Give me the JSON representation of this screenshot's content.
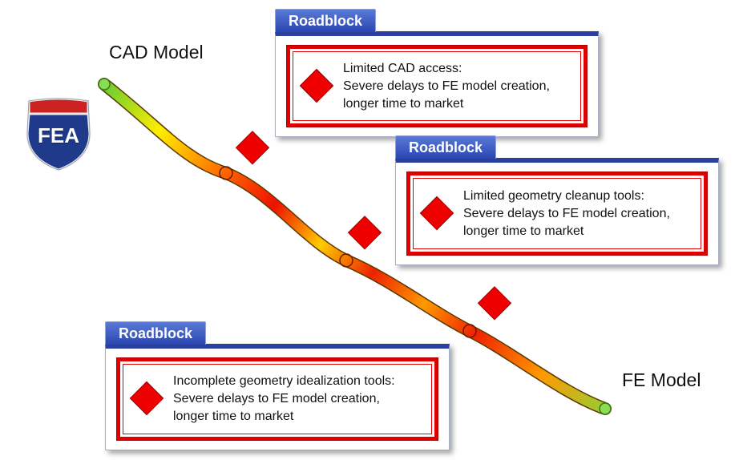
{
  "labels": {
    "start": "CAD Model",
    "end": "FE Model"
  },
  "shield": {
    "text": "FEA",
    "color_top": "#cc2222",
    "color_body": "#1f3a8a"
  },
  "road": {
    "gradient_colors": [
      "#66cc33",
      "#ffee00",
      "#ff8800",
      "#ee1100"
    ]
  },
  "roadblocks": [
    {
      "tab": "Roadblock",
      "lines": [
        "Limited CAD access:",
        "Severe delays to FE model creation,",
        "longer time to market"
      ]
    },
    {
      "tab": "Roadblock",
      "lines": [
        "Limited geometry cleanup tools:",
        "Severe delays to FE model creation,",
        "longer time to market"
      ]
    },
    {
      "tab": "Roadblock",
      "lines": [
        "Incomplete geometry idealization tools:",
        "Severe delays to FE model creation,",
        "longer time to market"
      ]
    }
  ],
  "colors": {
    "tab_blue": "#2a46b0",
    "frame_red": "#e00000",
    "diamond_red": "#ee0000"
  }
}
